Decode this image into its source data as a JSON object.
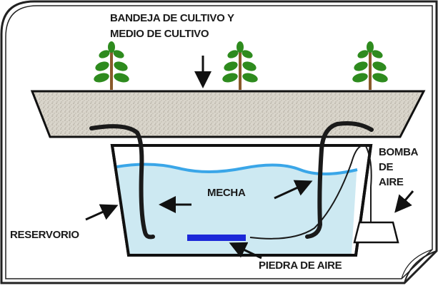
{
  "labels": {
    "tray_line1": "BANDEJA DE CULTIVO Y",
    "tray_line2": "MEDIO DE CULTIVO",
    "pump_line1": "BOMBA",
    "pump_line2": "DE",
    "pump_line3": "AIRE",
    "wick": "MECHA",
    "reservoir": "RESERVORIO",
    "air_stone": "PIEDRA DE AIRE"
  },
  "colors": {
    "water": "#cde9f2",
    "waterline": "#3aa6e8",
    "air_stone": "#1c28d8",
    "tray_fill": "#d6d2c8",
    "plant_leaf": "#2e8b1e",
    "plant_stem": "#8a5a2b",
    "outline": "#111111"
  },
  "icons": [
    "plant-icon",
    "arrow-icon",
    "air-pump-icon"
  ]
}
